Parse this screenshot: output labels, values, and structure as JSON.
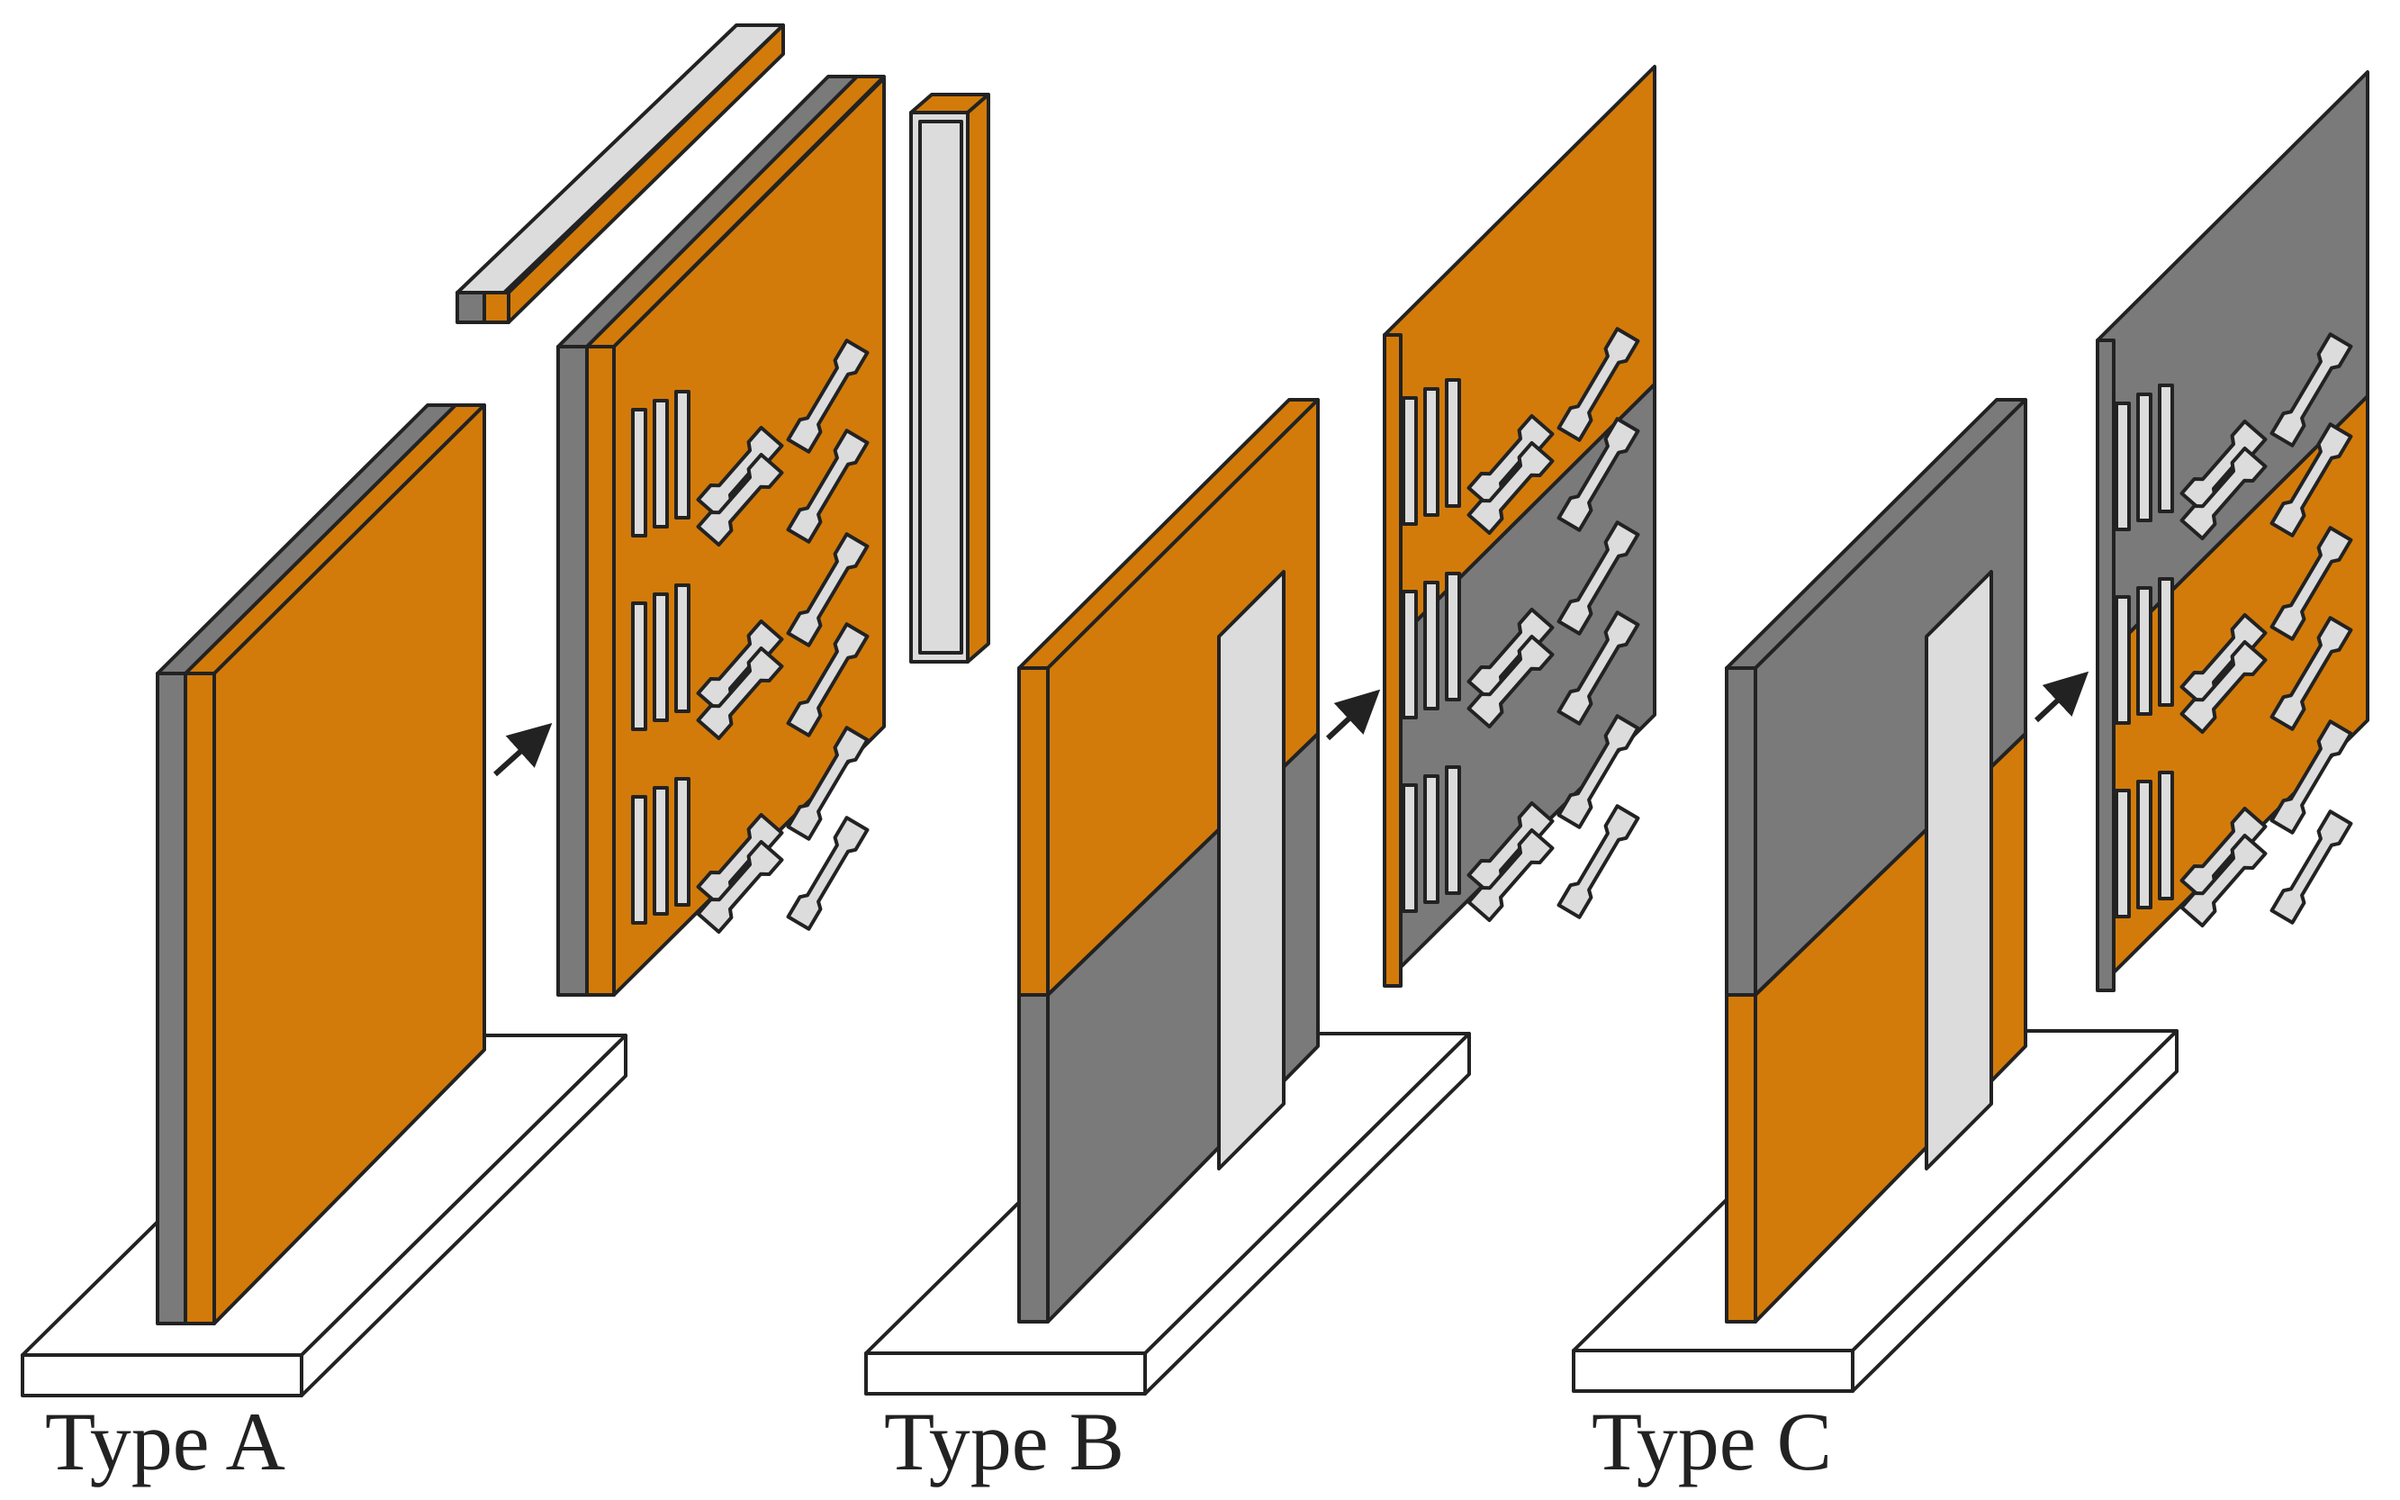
{
  "labels": {
    "type_a": "Type A",
    "type_b": "Type B",
    "type_c": "Type C"
  },
  "colors": {
    "orange": "#d27b0a",
    "gray": "#7a7a7a",
    "dark_gray": "#5e5e5e",
    "light_gray": "#dcdcdc",
    "white": "#ffffff",
    "outline": "#222222"
  }
}
